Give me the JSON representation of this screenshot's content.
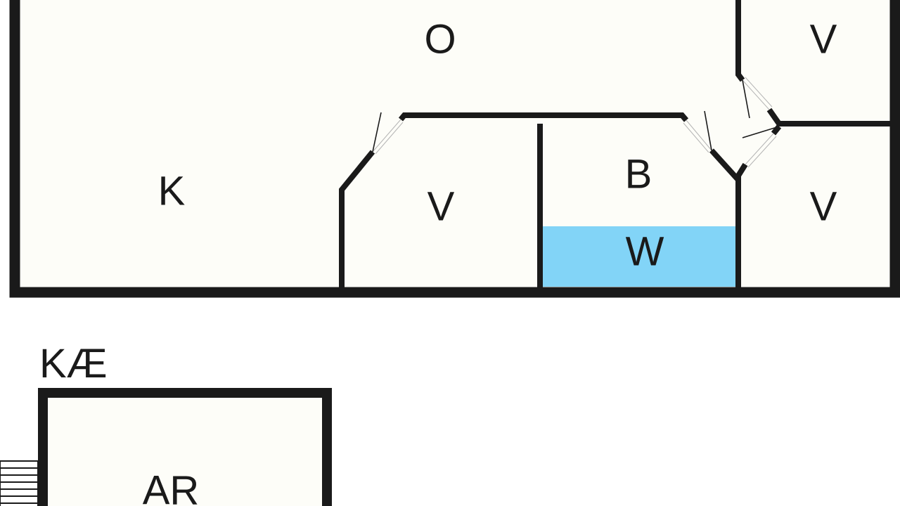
{
  "plan": {
    "colors": {
      "floor": "#fdfdf8",
      "wall": "#1a1a1a",
      "water": "#82d4f7",
      "background": "#ffffff"
    },
    "rooms": {
      "o": "O",
      "k": "K",
      "v_center": "V",
      "b": "B",
      "w": "W",
      "v_top_right": "V",
      "v_bottom_right": "V",
      "ar": "AR"
    },
    "annex_label": "KÆ"
  }
}
